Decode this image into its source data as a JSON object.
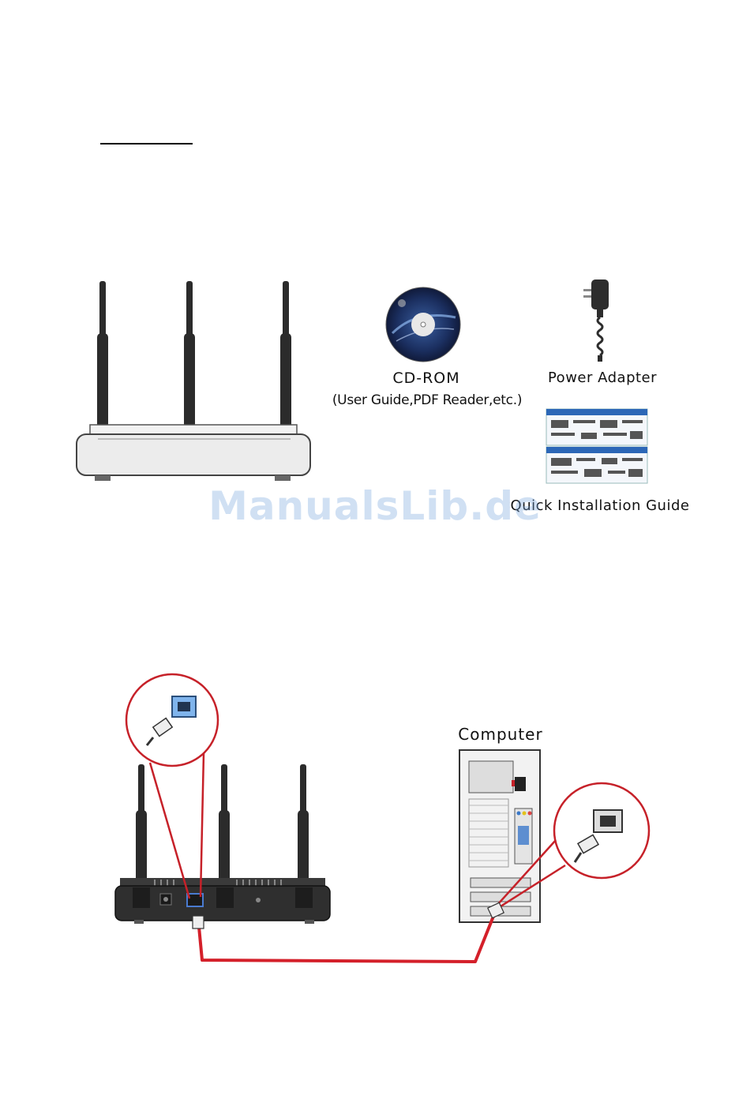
{
  "package_contents": {
    "cd_rom_label": "CD-ROM",
    "cd_rom_sublabel": "(User Guide,PDF Reader,etc.)",
    "power_adapter_label": "Power Adapter",
    "quick_guide_label": "Quick Installation Guide"
  },
  "connection_diagram": {
    "computer_label": "Computer"
  },
  "watermark": "ManualsLib.de",
  "colors": {
    "cable_red": "#d4202a",
    "port_blue": "#4a7bd0",
    "antenna_dark": "#2a2a2a",
    "router_body": "#e8e8e8",
    "watermark_blue": "#78a5dc"
  }
}
